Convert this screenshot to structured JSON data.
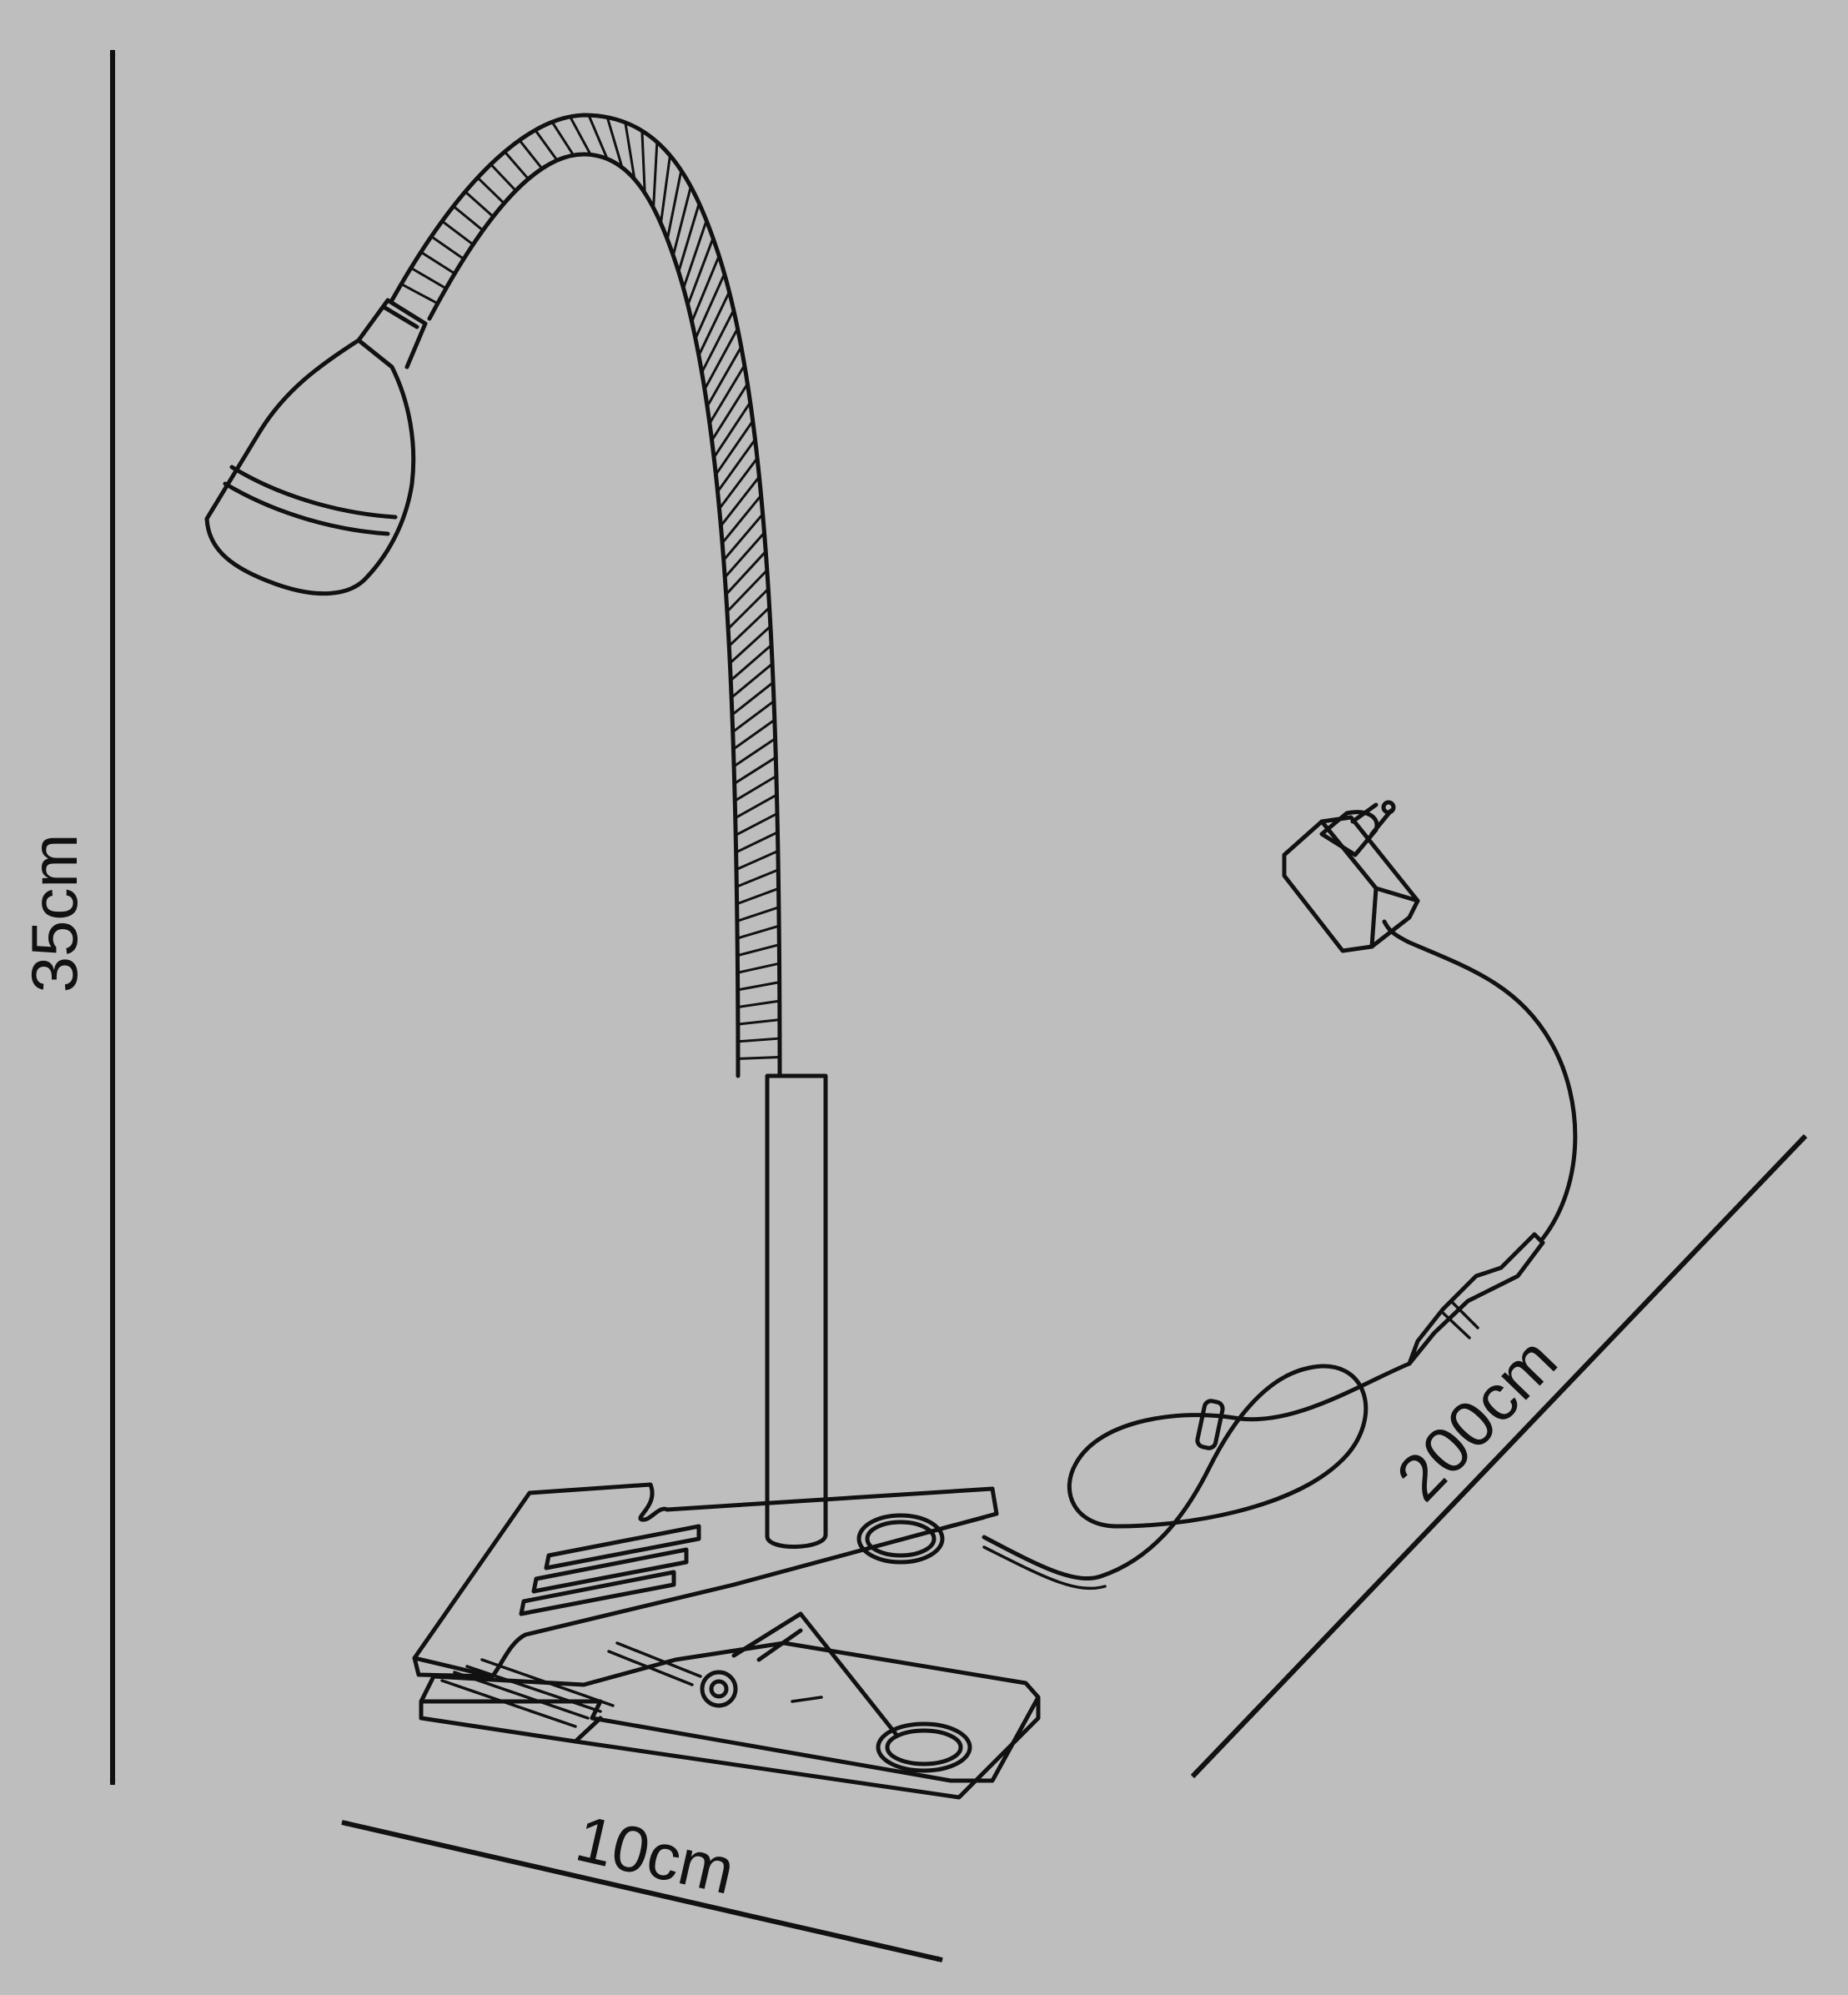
{
  "dimensions": {
    "height": "35cm",
    "width": "10cm",
    "cable": "200cm"
  },
  "colors": {
    "background": "#bebebe",
    "line": "#111111"
  }
}
